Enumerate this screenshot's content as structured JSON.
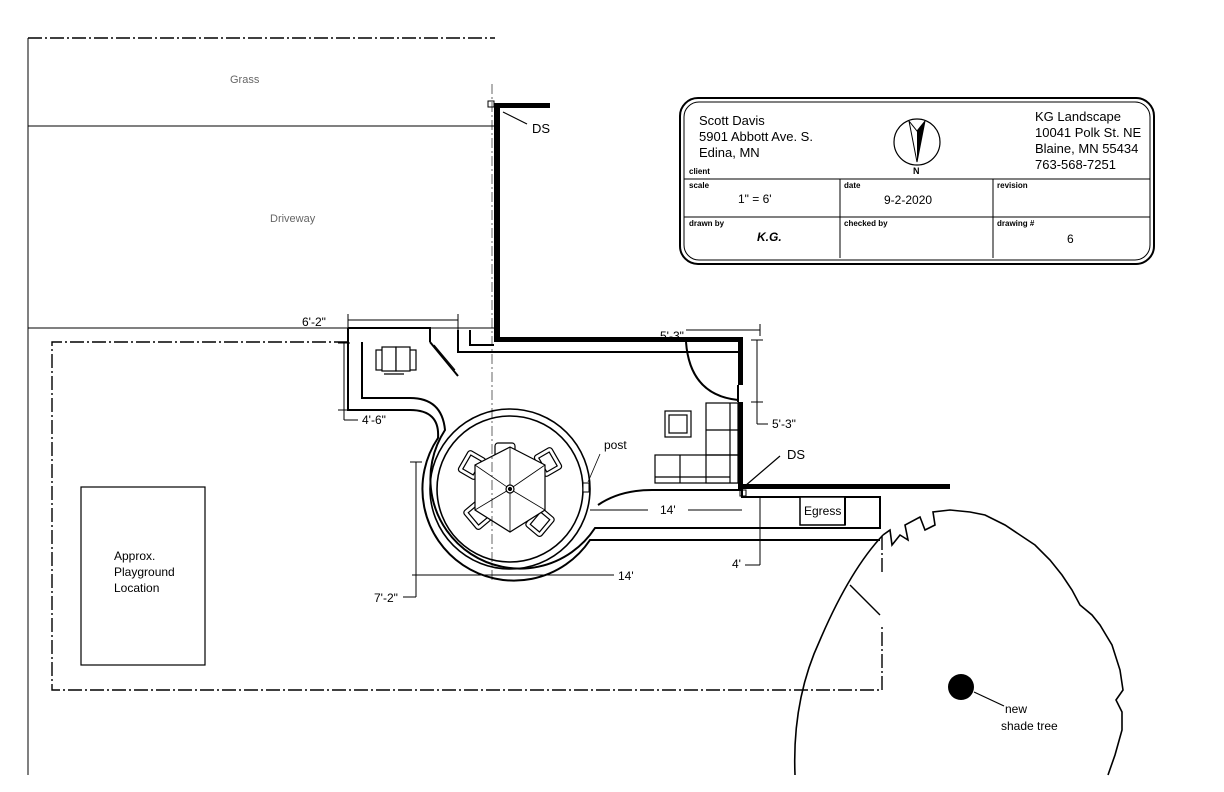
{
  "labels": {
    "grass": "Grass",
    "driveway": "Driveway",
    "ds_top": "DS",
    "ds_right": "DS",
    "post": "post",
    "egress": "Egress",
    "playground_1": "Approx.",
    "playground_2": "Playground",
    "playground_3": "Location",
    "tree_1": "new",
    "tree_2": "shade tree"
  },
  "dimensions": {
    "d_6_2": "6'-2\"",
    "d_4_6": "4'-6\"",
    "d_5_3_top": "5'-3\"",
    "d_5_3_side": "5'-3\"",
    "d_14_mid": "14'",
    "d_4": "4'",
    "d_14_bottom": "14'",
    "d_7_2": "7'-2\""
  },
  "title_block": {
    "client_name": "Scott Davis",
    "client_address": "5901 Abbott Ave. S.",
    "client_city": "Edina, MN",
    "client_label": "client",
    "north": "N",
    "company": "KG Landscape",
    "company_address": "10041 Polk St. NE",
    "company_city": "Blaine, MN 55434",
    "company_phone": "763-568-7251",
    "scale_label": "scale",
    "scale_value": "1\" = 6'",
    "date_label": "date",
    "date_value": "9-2-2020",
    "revision_label": "revision",
    "drawn_by_label": "drawn by",
    "drawn_by_value": "K.G.",
    "checked_by_label": "checked by",
    "drawing_num_label": "drawing #",
    "drawing_num_value": "6"
  }
}
